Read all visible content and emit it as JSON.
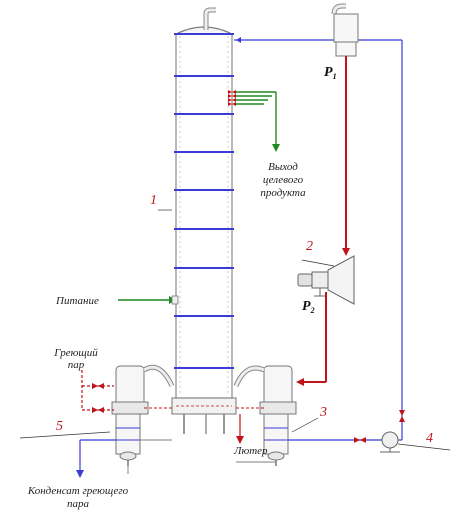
{
  "labels": {
    "product_line1": "Выход",
    "product_line2": "целевого",
    "product_line3": "продукта",
    "feed": "Питание",
    "steam_line1": "Греющий",
    "steam_line2": "пар",
    "luter": "Лютер",
    "condensate_line1": "Конденсат греющего",
    "condensate_line2": "пара"
  },
  "numbers": {
    "n1": "1",
    "n2": "2",
    "n3": "3",
    "n4": "4",
    "n5": "5"
  },
  "pressure": {
    "p1_main": "P",
    "p1_sub": "1",
    "p2_main": "P",
    "p2_sub": "2"
  },
  "colors": {
    "column_outline": "#8a8a8a",
    "flange": "#3b3bd6",
    "vapor_line": "#3b3bd6",
    "hot_line": "#c0151b",
    "product_line": "#1e8a1e",
    "label_red": "#c0151b"
  },
  "icons": {
    "valve": "bowtie-valve-icon",
    "pump": "centrifugal-pump-icon",
    "reboiler": "heat-exchanger-icon"
  }
}
